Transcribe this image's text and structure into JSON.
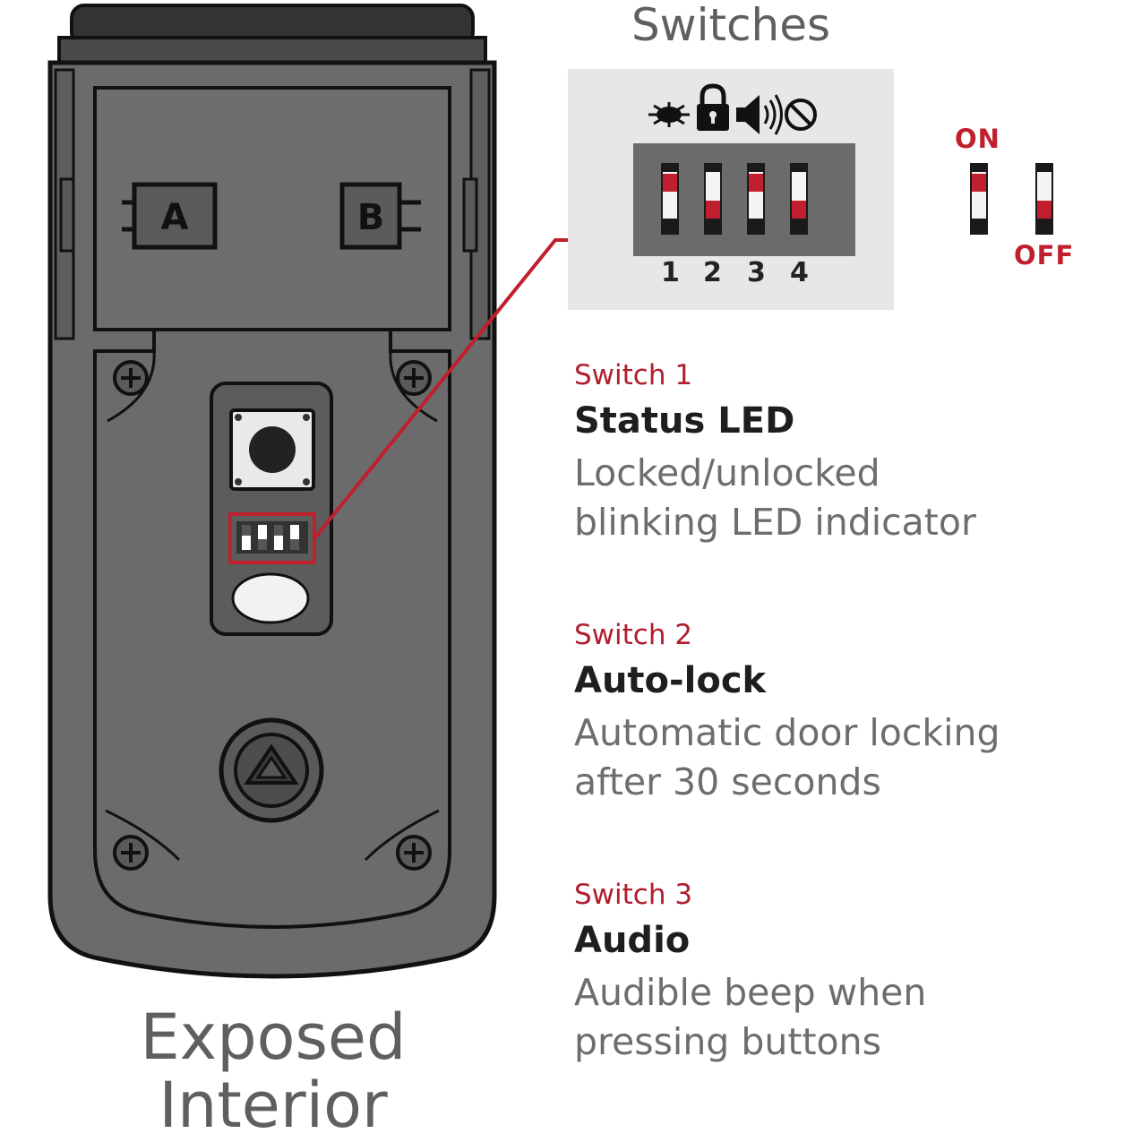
{
  "title": "Switches",
  "caption": {
    "line1": "Exposed",
    "line2": "Interior"
  },
  "device": {
    "button_a": "A",
    "button_b": "B"
  },
  "panel": {
    "icons": [
      "led-burst-icon",
      "lock-icon",
      "speaker-icon",
      "prohibited-icon"
    ],
    "switch_numbers": [
      "1",
      "2",
      "3",
      "4"
    ],
    "switch_states": [
      "on",
      "off",
      "on",
      "off"
    ]
  },
  "legend": {
    "on": "ON",
    "off": "OFF"
  },
  "descriptions": [
    {
      "switch": "Switch 1",
      "name": "Status LED",
      "text": "Locked/unlocked\nblinking LED indicator"
    },
    {
      "switch": "Switch 2",
      "name": "Auto-lock",
      "text": "Automatic door locking\nafter 30 seconds"
    },
    {
      "switch": "Switch 3",
      "name": "Audio",
      "text": "Audible beep when\npressing buttons"
    }
  ],
  "colors": {
    "accent": "#c01f2d",
    "body": "#6b6b6b",
    "outline": "#1a1a1a",
    "panel": "#e7e7e7"
  }
}
